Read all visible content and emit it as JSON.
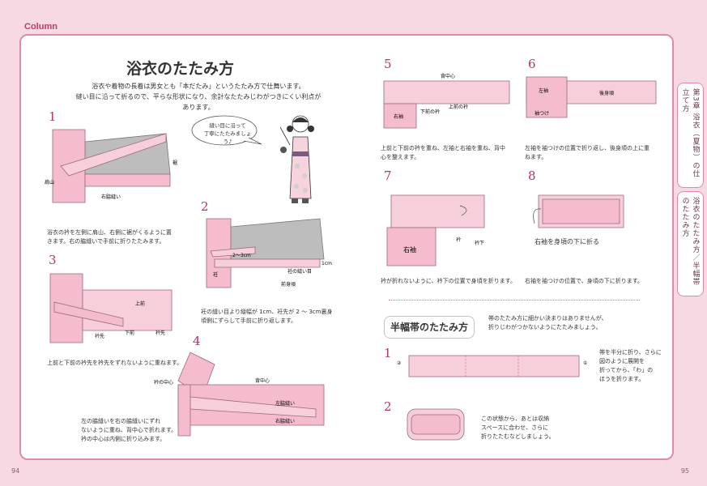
{
  "header": {
    "column_label": "Column"
  },
  "left": {
    "title": "浴衣のたたみ方",
    "intro": [
      "浴衣や着物の長着は男女とも「本だたみ」というたたみ方で仕舞います。",
      "縫い目に沿って折るので、平らな形状になり、余計なたたみじわがつきにくい利点があります。"
    ],
    "bubble": [
      "縫い目に沿って",
      "丁寧にたたみましょう♪"
    ],
    "steps": [
      {
        "num": "1",
        "caption": [
          "浴衣の衿を左側に肩山、右側に裾がくるように置",
          "きます。右の脇縫いで手前に折りたたみます。"
        ],
        "labels": [
          "肩山",
          "右脇縫い",
          "裾"
        ]
      },
      {
        "num": "2",
        "caption": [
          "衽の縫い目より縦幅が 1cm、衽先が 2 〜 3cm裏身",
          "頃側にずらして手前に折り返します。"
        ],
        "labels": [
          "2〜3cm",
          "衽",
          "衽の縫い目",
          "1cm",
          "前身頃"
        ]
      },
      {
        "num": "3",
        "caption": [
          "上前と下前の衿先を衿先をずれないように重ねます。"
        ],
        "labels": [
          "上前",
          "衿先",
          "下前",
          "衿先"
        ]
      },
      {
        "num": "4",
        "caption": [
          "左の脇縫いを右の脇縫いにずれ",
          "ないように重ね、背中心で折れます。",
          "衿の中心は内側に折り込みます。"
        ],
        "labels": [
          "衿の中心",
          "背中心",
          "左脇縫い",
          "右脇縫い"
        ]
      }
    ],
    "page_number": "94"
  },
  "right": {
    "steps": [
      {
        "num": "5",
        "caption": [
          "上前と下前の衿を重ね、左袖と右袖を重ね、背中",
          "心を整えます。"
        ],
        "labels": [
          "背中心",
          "下前の衿",
          "上前の衿",
          "右袖"
        ]
      },
      {
        "num": "6",
        "caption": [
          "左袖を袖つけの位置で折り返し、後身頃の上に重",
          "ねます。"
        ],
        "labels": [
          "左袖",
          "後身頃",
          "袖つけ"
        ]
      },
      {
        "num": "7",
        "caption": [
          "衿が折れないように、衿下の位置で身頃を折ります。"
        ],
        "labels": [
          "右袖",
          "衿",
          "衿下"
        ]
      },
      {
        "num": "8",
        "caption": [
          "右袖を袖つけの位置で、身頃の下に折ります。"
        ],
        "labels": [
          "右袖を身頃の下に折る"
        ]
      }
    ],
    "hanhaba": {
      "title": "半幅帯のたたみ方",
      "desc": [
        "帯のたたみ方に細かい決まりはありませんが、",
        "折りじわがつかないようにたたみましょう。"
      ],
      "steps": [
        {
          "num": "1",
          "caption": [
            "帯を半分に折り、さらに",
            "図のように展開を",
            "折ってから、「わ」の",
            "ほうを折ります。"
          ],
          "labels": [
            "②",
            "①"
          ]
        },
        {
          "num": "2",
          "caption": [
            "この状態から、あとは収納",
            "スペースに合わせ、さらに",
            "折りたたむなどしましょう。"
          ]
        }
      ]
    },
    "side_tabs": [
      "第3章 浴衣（夏物）の仕立て方",
      "浴衣のたたみ方／半幅帯のたたみ方"
    ],
    "page_number": "95"
  }
}
